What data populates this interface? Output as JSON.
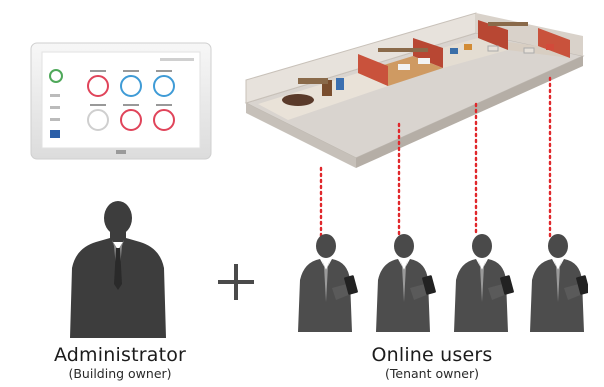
{
  "administrator": {
    "title": "Administrator",
    "subtitle": "(Building owner)"
  },
  "online_users": {
    "title": "Online users",
    "subtitle": "(Tenant owner)",
    "count": 4
  },
  "plus_symbol": "+",
  "colors": {
    "silhouette": "#3d3d3d",
    "connector_dots": "#e0272b",
    "wall_red": "#c9523c",
    "floor_wood": "#c08a5a",
    "tablet_frame": "#ededed"
  },
  "icons": {
    "controller": "touch-panel-controller-icon",
    "building": "building-floor-plan-icon",
    "admin": "administrator-silhouette-icon",
    "user": "user-with-tablet-silhouette-icon"
  }
}
